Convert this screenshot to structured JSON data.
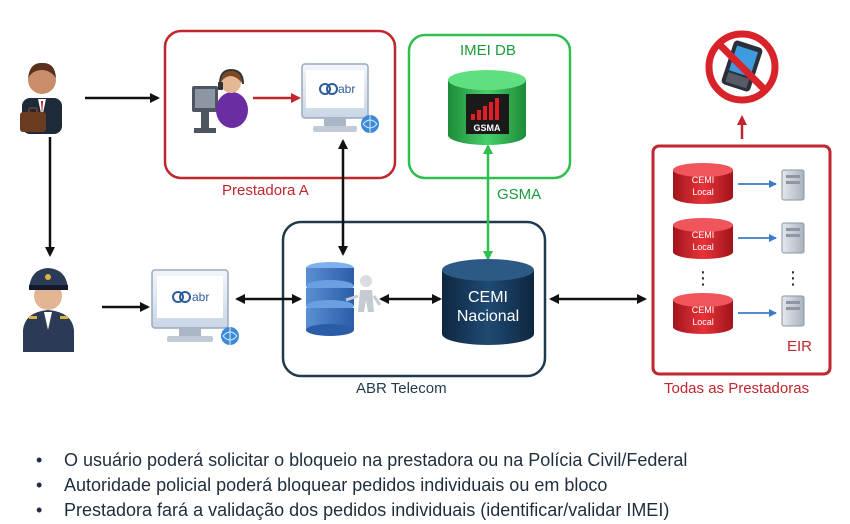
{
  "diagram": {
    "boxes": {
      "prestadora_a": "Prestadora A",
      "imei_db": "IMEI DB",
      "gsma": "GSMA",
      "abr_telecom": "ABR Telecom",
      "todas_prestadoras": "Todas as Prestadoras",
      "eir": "EIR"
    },
    "cemi_nacional": [
      "CEMI",
      "Nacional"
    ],
    "cemi_local": [
      "CEMI",
      "Local"
    ],
    "gsma_logo": "GSMA",
    "abr_logo": "abr",
    "ellipsis": "⋮"
  },
  "colors": {
    "red": "#c0262d",
    "green": "#1a9c3a",
    "navy": "#1f3a4d",
    "arrow_blue": "#3a7bc8"
  },
  "bullets": [
    "O usuário poderá solicitar o bloqueio na prestadora ou na Polícia Civil/Federal",
    "Autoridade policial poderá bloquear pedidos individuais ou em bloco",
    "Prestadora fará a validação dos pedidos individuais (identificar/validar IMEI)"
  ]
}
